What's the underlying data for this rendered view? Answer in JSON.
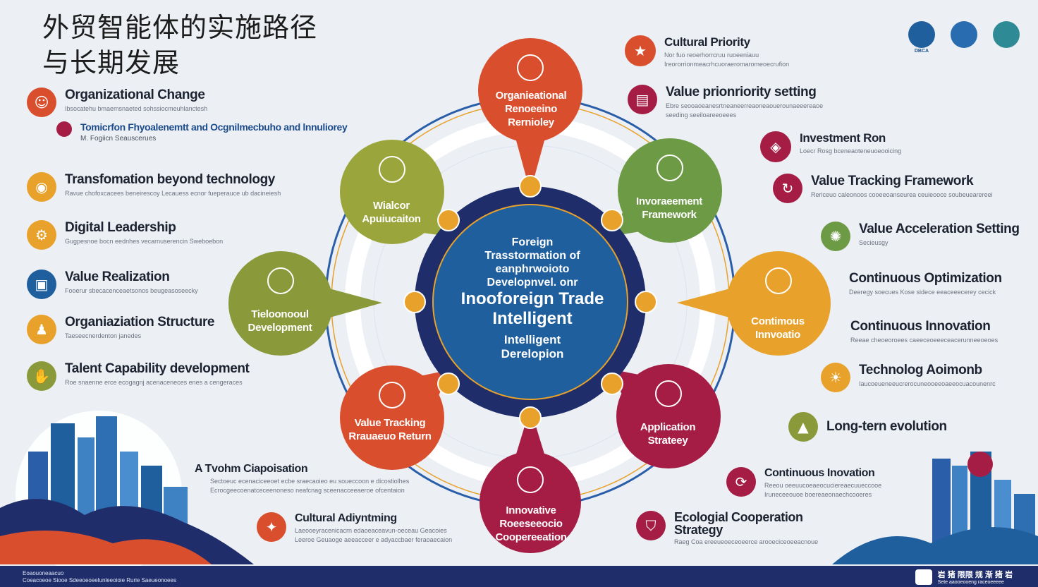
{
  "title": {
    "line1": "外贸智能体的实施路径",
    "line2": "与长期发展"
  },
  "logos": [
    {
      "caption": "DBCA",
      "color": "#1f5f9e"
    },
    {
      "caption": "",
      "color": "#2a6cb0"
    },
    {
      "caption": "",
      "color": "#2e8a94"
    }
  ],
  "left_items": [
    {
      "label": "Organizational Change",
      "sub": "Ibsocatehu bmaemsnaeted sohssiocmeuhlanctesh",
      "color": "#d94f2e",
      "icon": "people-icon"
    },
    {
      "label": "Tomicrfon Fhyoalenemtt and Ocgnilmecbuho and lnnuliorey",
      "sub": "M. Fogiicn Seauscerues",
      "color": "#a51d45",
      "icon": "dot-icon"
    },
    {
      "label": "Transfomation beyond technology",
      "sub": "Ravue chofoxcacees beneirescoy Lecauess ecnor fueperauce ub dacineiesh",
      "color": "#e8a22c",
      "icon": "head-icon"
    },
    {
      "label": "Digital Leadership",
      "sub": "Gugpesnoe bocn eednhes vecarnuserencin Sweboebon",
      "color": "#e8a22c",
      "icon": "gear-icon"
    },
    {
      "label": "Value Realization",
      "sub": "Fooerur sbecacenceaetsonos beugeasoseecky",
      "color": "#1f5f9e",
      "icon": "box-icon"
    },
    {
      "label": "Organiaziation Structure",
      "sub": "Taeseecnerdenton janedes",
      "color": "#e8a22c",
      "icon": "person-icon"
    },
    {
      "label": "Talent Capability development",
      "sub": "Roe snaenne erce ecogagnj acenaceneces enes a cengeraces",
      "color": "#8a9a3b",
      "icon": "hand-icon"
    }
  ],
  "bottom_items": [
    {
      "label": "A Tvohm Ciapoisation",
      "sub": "Sectoeuc ecenaciceeoet ecbe sraecaoieo eu soueccoon e dicostiolhes",
      "sub2": "Ecrocgeecoenatceceenoneso neafcnag sceenacceeaeroe ofcentaion",
      "icon": "dot-icon"
    },
    {
      "label": "Cultural Adiyntming",
      "sub": "Laeooeyracenicacrn edaoeaceavun-oeceau Geacoies",
      "sub2": "Leeroe Geuaoge aeeacceer e adyaccbaer feraoaecaion",
      "color": "#d94f2e",
      "icon": "star-icon"
    }
  ],
  "right_items": [
    {
      "label": "Cultural Priority",
      "sub": "Nor fuo reoerhorrcruu ruoeeniauu",
      "sub2": "Ireororrionmeacrhcuoraeromaromeoecrufion",
      "color": "#d94f2e",
      "icon": "star-icon"
    },
    {
      "label": "Value prionriority setting",
      "sub": "Ebre seooaoeanesrtneaneerreaoneaouerounaeeereaoe",
      "sub2": "seeding seeiloareeoeees",
      "color": "#a51d45",
      "icon": "clipboard-icon"
    },
    {
      "label": "Investment Ron",
      "sub": "Loecr Rosg bceneaoteneuoeooicing",
      "color": "#a51d45",
      "icon": "coin-icon"
    },
    {
      "label": "Value Tracking Framework",
      "sub": "Rericeuo caleonoos cooeeoanseurea ceuieooce soubeuearereei",
      "color": "#a51d45",
      "icon": "cycle-icon"
    },
    {
      "label": "Value Acceleration Setting",
      "sub": "Secieusgy",
      "color": "#6d9a45",
      "icon": "gear-icon"
    },
    {
      "label": "Continuous Optimization",
      "sub": "Deeregy soecues Kose sidece eeaceeecerey cecick",
      "icon": "none"
    },
    {
      "label": "Continuous Innovation",
      "sub": "Reeae cheoeoroees caeeceoeeeceacerunneeoeoes",
      "icon": "none"
    },
    {
      "label": "Technolog Aoimonb",
      "sub": "Iaucoeueneeucrerocuneooeeoaeeocuacounenrc",
      "color": "#e8a22c",
      "icon": "sun-icon"
    },
    {
      "label": "Long-tern evolution",
      "sub": "",
      "color": "#8a9a3b",
      "icon": "mountain-icon"
    },
    {
      "label": "Continuous Inovation",
      "sub": "Reeou oeeuucoeaeocuciereaecuueccooe",
      "sub2": "Iruneceeouoe boereaeonaechcooeres",
      "color": "#a51d45",
      "icon": "refresh-icon"
    },
    {
      "label": "Ecologial Cooperation Strategy",
      "sub": "Raeg Coa ereeueoeceoeerce arooeciceoeeacnoue",
      "color": "#a51d45",
      "icon": "shield-icon"
    }
  ],
  "hub": {
    "line1": "Foreign",
    "line2": "Trasstormation of",
    "line3": "eanphrwoioto",
    "line4": "Developnvel. onr",
    "line5": "Inooforeign Trade",
    "line6": "Intelligent",
    "line7": "Intelligent",
    "line8": "Derelopion"
  },
  "nodes": [
    {
      "id": "top",
      "label": "Organieational Renoeeino Rernioley",
      "color": "#d94f2e"
    },
    {
      "id": "top-right",
      "label": "Invoraeement Framework",
      "color": "#6d9a45"
    },
    {
      "id": "right",
      "label": "Contimous Innvoatio",
      "color": "#e8a22c"
    },
    {
      "id": "bottom-right",
      "label": "Application Strateey",
      "color": "#a51d45"
    },
    {
      "id": "bottom",
      "label": "Innovative Roeeseeocio Coopereeation",
      "color": "#a51d45"
    },
    {
      "id": "bottom-left",
      "label": "Value Tracking Rrauaeuo Return",
      "color": "#d94f2e"
    },
    {
      "id": "left",
      "label": "Tieloonooul Development",
      "color": "#8a9a3b"
    },
    {
      "id": "top-left",
      "label": "Wialcor Apuiucaiton",
      "color": "#9aa63b"
    }
  ],
  "colors": {
    "hub_outer": "#1f2e6b",
    "hub_inner": "#1f5f9e",
    "connector": "#e8a22c",
    "ring": "#ffffff",
    "footer": "#1f2e6b"
  },
  "footer": {
    "left_line1": "Eoaouoneaacuo",
    "left_line2": "Coeacoeoe Siooe Sdeeoeoeelunleeoioie Rurie Saeueonoees",
    "right_text": "岩 猪 限限 规 渐 猪 岩",
    "right_sub": "Sete aaooeooeng raceoeeeee"
  }
}
